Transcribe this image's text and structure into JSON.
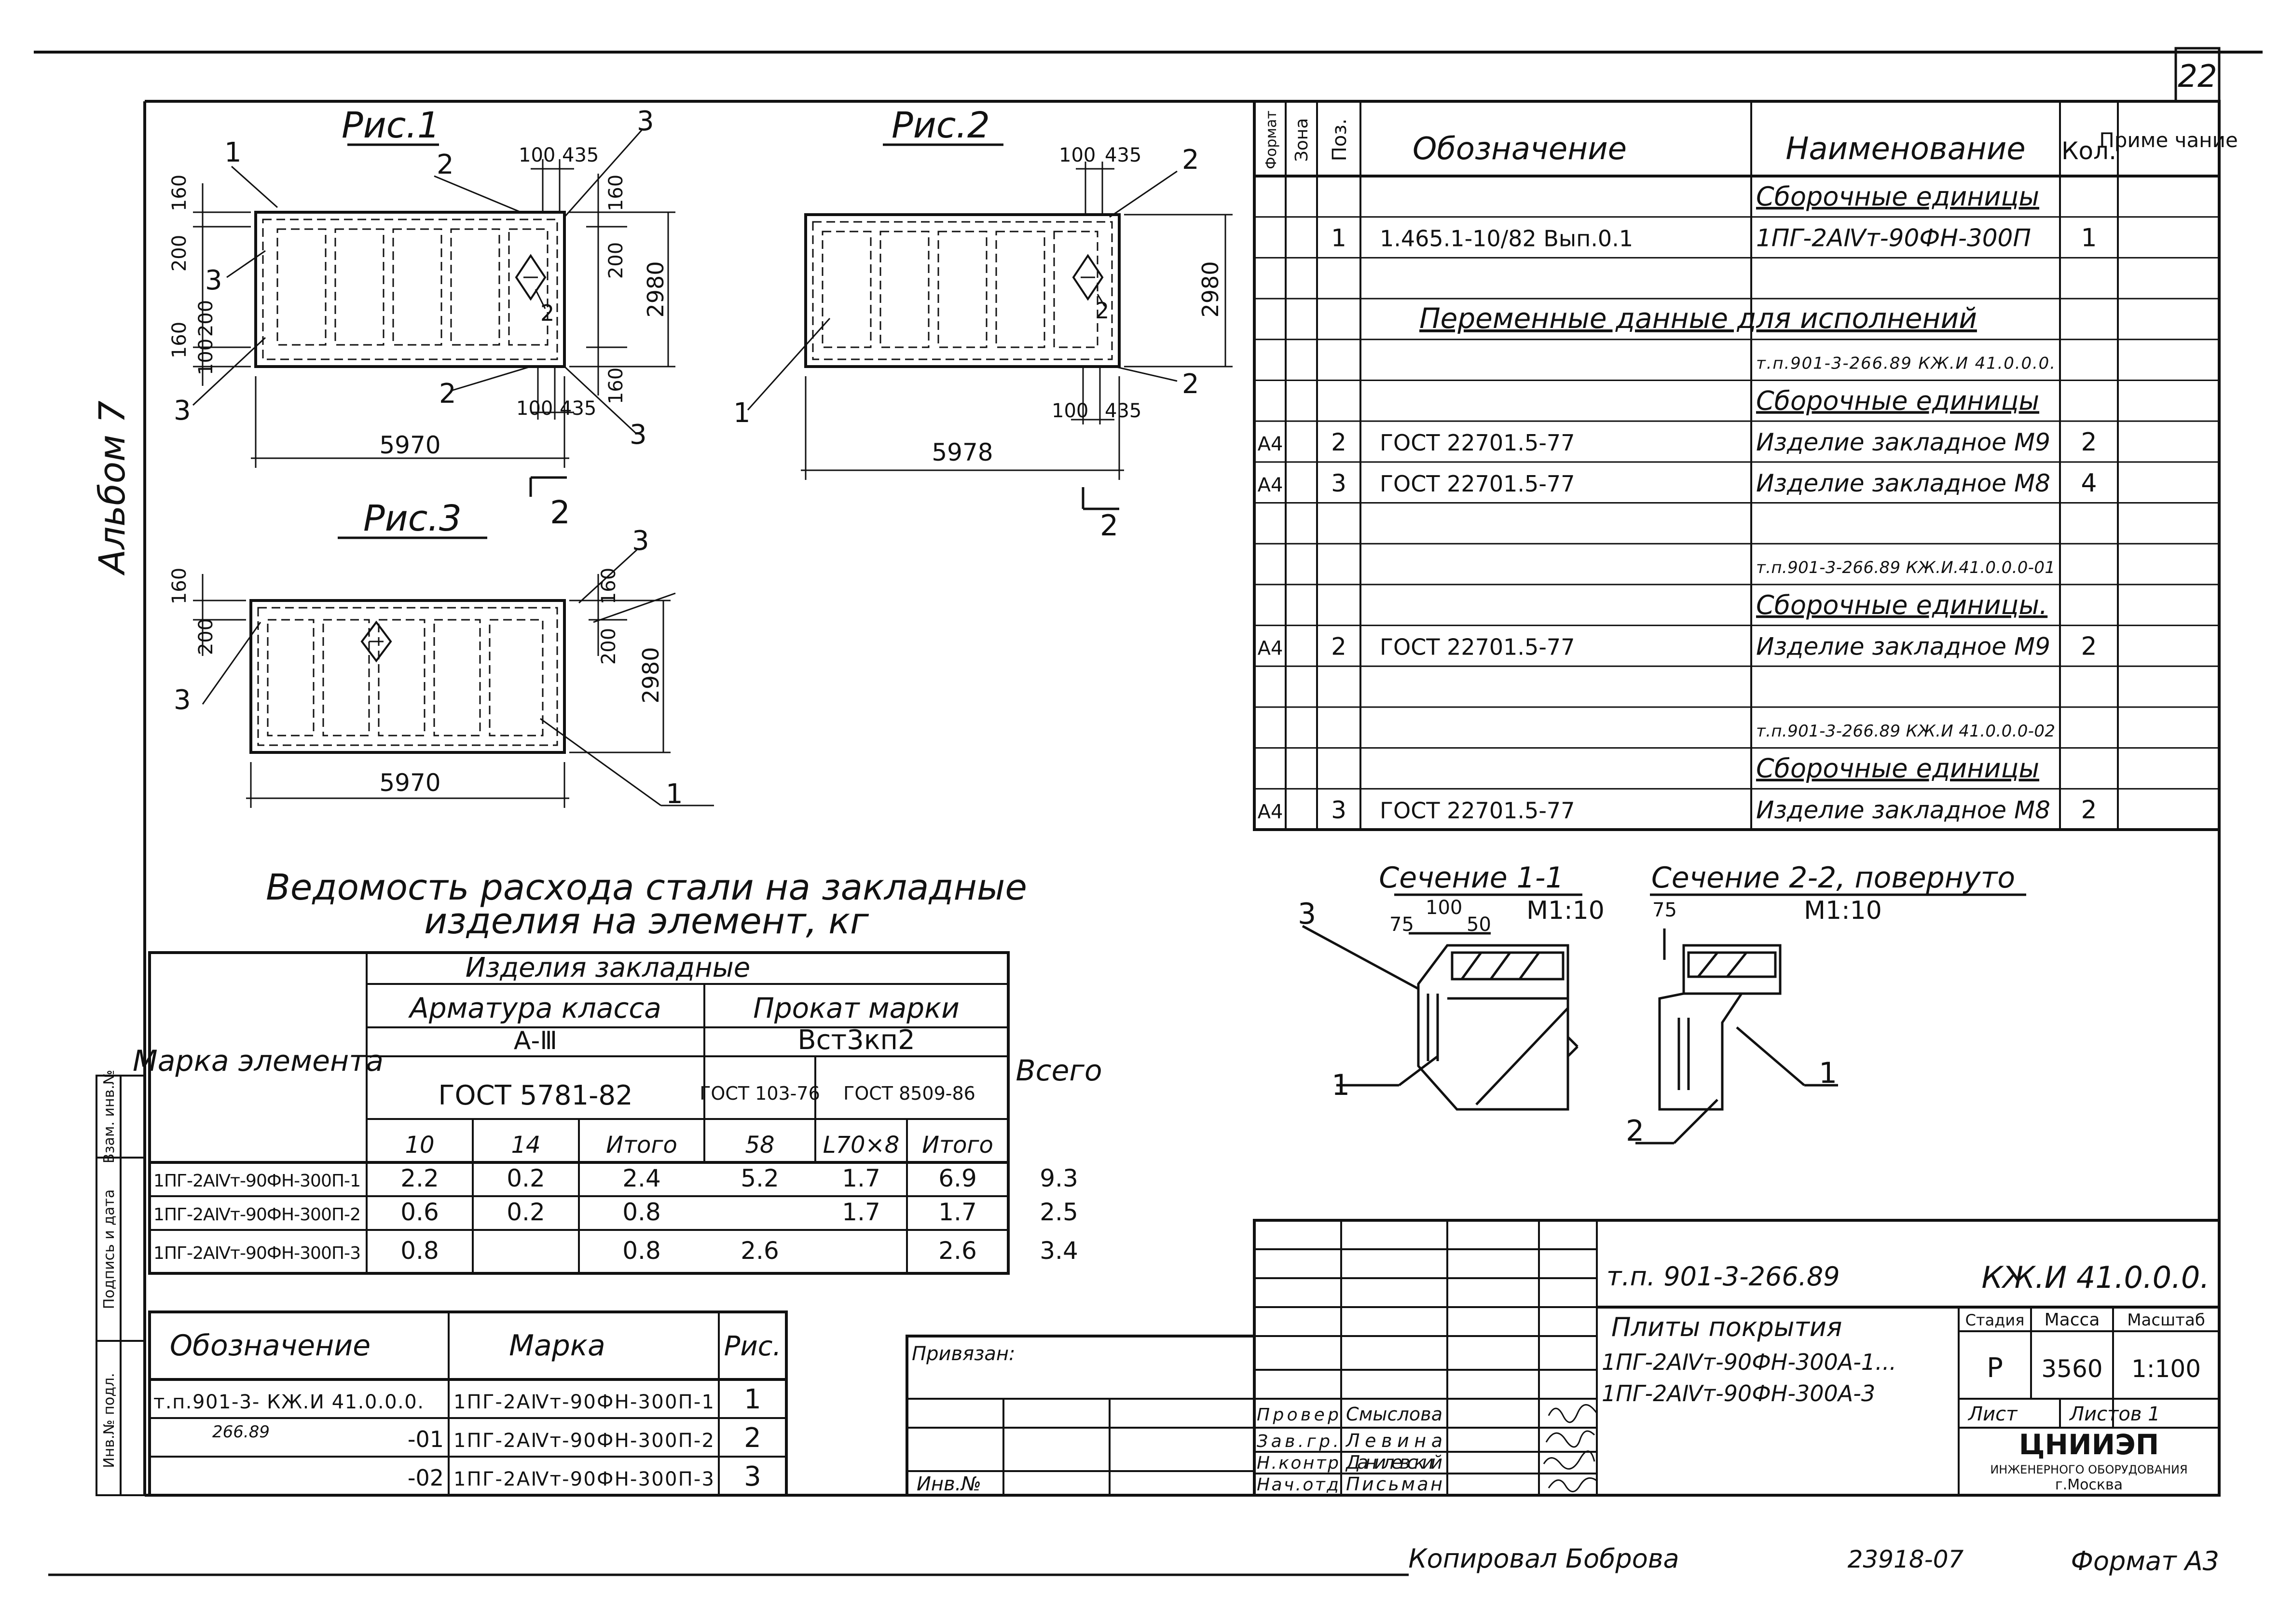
{
  "sheet": {
    "page_number": "22",
    "album": "Альбом 7",
    "inv_labels": [
      "Инв.№ подл.",
      "Подпись и дата",
      "Взам. инв.№"
    ]
  },
  "figures": {
    "fig1": {
      "title": "Рис.1",
      "pos": [
        "1",
        "2",
        "3",
        "3",
        "3",
        "2",
        "3",
        "2"
      ],
      "dims": [
        "100",
        "435",
        "160",
        "200",
        "160",
        "200",
        "100",
        "160",
        "200",
        "160",
        "2980",
        "100",
        "435",
        "5970"
      ],
      "section_mark": "2"
    },
    "fig2": {
      "title": "Рис.2",
      "pos": [
        "2",
        "2",
        "1",
        "2"
      ],
      "dims": [
        "100",
        "435",
        "2980",
        "100",
        "435",
        "5978"
      ],
      "section_mark": "2"
    },
    "fig3": {
      "title": "Рис.3",
      "pos": [
        "3",
        "3",
        "1"
      ],
      "dims": [
        "160",
        "200",
        "160",
        "200",
        "2980",
        "5970"
      ]
    }
  },
  "spec": {
    "headers": [
      "Формат",
      "Зона",
      "Поз.",
      "Обозначение",
      "Наименование",
      "Кол.",
      "Приме чание"
    ],
    "rows": [
      {
        "format": "",
        "zone": "",
        "pos": "",
        "designation": "",
        "name": "Сборочные единицы",
        "qty": "",
        "note": ""
      },
      {
        "format": "",
        "zone": "",
        "pos": "1",
        "designation": "1.465.1-10/82 Вып.0.1",
        "name": "1ПГ-2АⅣт-90ФН-300П",
        "qty": "1",
        "note": ""
      },
      {
        "format": "",
        "zone": "",
        "pos": "",
        "designation": "",
        "name": "",
        "qty": "",
        "note": ""
      },
      {
        "format": "",
        "zone": "",
        "pos": "",
        "designation": "Переменные данные для исполнений",
        "name": "",
        "qty": "",
        "note": ""
      },
      {
        "format": "",
        "zone": "",
        "pos": "",
        "designation": "",
        "name": "т.п.901-3-266.89 КЖ.И 41.0.0.0.",
        "qty": "",
        "note": ""
      },
      {
        "format": "",
        "zone": "",
        "pos": "",
        "designation": "",
        "name": "Сборочные единицы",
        "qty": "",
        "note": ""
      },
      {
        "format": "А4",
        "zone": "",
        "pos": "2",
        "designation": "ГОСТ 22701.5-77",
        "name": "Изделие закладное М9",
        "qty": "2",
        "note": ""
      },
      {
        "format": "А4",
        "zone": "",
        "pos": "3",
        "designation": "ГОСТ 22701.5-77",
        "name": "Изделие закладное М8",
        "qty": "4",
        "note": ""
      },
      {
        "format": "",
        "zone": "",
        "pos": "",
        "designation": "",
        "name": "",
        "qty": "",
        "note": ""
      },
      {
        "format": "",
        "zone": "",
        "pos": "",
        "designation": "",
        "name": "т.п.901-3-266.89 КЖ.И.41.0.0.0-01",
        "qty": "",
        "note": ""
      },
      {
        "format": "",
        "zone": "",
        "pos": "",
        "designation": "",
        "name": "Сборочные единицы.",
        "qty": "",
        "note": ""
      },
      {
        "format": "А4",
        "zone": "",
        "pos": "2",
        "designation": "ГОСТ 22701.5-77",
        "name": "Изделие закладное М9",
        "qty": "2",
        "note": ""
      },
      {
        "format": "",
        "zone": "",
        "pos": "",
        "designation": "",
        "name": "",
        "qty": "",
        "note": ""
      },
      {
        "format": "",
        "zone": "",
        "pos": "",
        "designation": "",
        "name": "т.п.901-3-266.89 КЖ.И 41.0.0.0-02",
        "qty": "",
        "note": ""
      },
      {
        "format": "",
        "zone": "",
        "pos": "",
        "designation": "",
        "name": "Сборочные единицы",
        "qty": "",
        "note": ""
      },
      {
        "format": "А4",
        "zone": "",
        "pos": "3",
        "designation": "ГОСТ 22701.5-77",
        "name": "Изделие закладное М8",
        "qty": "2",
        "note": ""
      }
    ]
  },
  "steel": {
    "title": "Ведомость расхода стали на закладные изделия на элемент, кг",
    "h_group": "Изделия закладные",
    "h_arm": "Арматура класса",
    "h_arm_class": "А-Ⅲ",
    "h_arm_gost": "ГОСТ 5781-82",
    "h_prokat": "Прокат марки",
    "h_prokat_mark": "Вст3кп2",
    "h_g1": "ГОСТ 103-76",
    "h_g2": "ГОСТ 8509-86",
    "h_mark": "Марка элемента",
    "h_total": "Всего",
    "subcols": [
      "10",
      "14",
      "Итого",
      "58",
      "L70×8",
      "Итого"
    ],
    "rows": [
      {
        "mark": "1ПГ-2АⅣт-90ФН-300П-1",
        "c10": "2.2",
        "c14": "0.2",
        "itogo1": "2.4",
        "c58": "5.2",
        "l70": "1.7",
        "itogo2": "6.9",
        "total": "9.3"
      },
      {
        "mark": "1ПГ-2АⅣт-90ФН-300П-2",
        "c10": "0.6",
        "c14": "0.2",
        "itogo1": "0.8",
        "c58": "",
        "l70": "1.7",
        "itogo2": "1.7",
        "total": "2.5"
      },
      {
        "mark": "1ПГ-2АⅣт-90ФН-300П-3",
        "c10": "0.8",
        "c14": "",
        "itogo1": "0.8",
        "c58": "2.6",
        "l70": "",
        "itogo2": "2.6",
        "total": "3.4"
      }
    ]
  },
  "marks": {
    "headers": [
      "Обозначение",
      "Марка",
      "Рис."
    ],
    "rows": [
      {
        "designation": "т.п.901-3- КЖ.И 41.0.0.0.",
        "mark": "1ПГ-2АⅣт-90ФН-300П-1",
        "fig": "1"
      },
      {
        "designation": "-01",
        "mark": "1ПГ-2АⅣт-90ФН-300П-2",
        "fig": "2"
      },
      {
        "designation": "-02",
        "mark": "1ПГ-2АⅣт-90ФН-300П-3",
        "fig": "3"
      }
    ],
    "sub": "266.89"
  },
  "sections": {
    "s1_title": "Сечение 1-1",
    "s1_scale": "М1:10",
    "s1_labels": [
      "3",
      "75",
      "100",
      "50",
      "1"
    ],
    "s2_title": "Сечение 2-2, повернуто",
    "s2_scale": "М1:10",
    "s2_labels": [
      "75",
      "1",
      "2"
    ]
  },
  "stamp": {
    "privyazan": "Привязан:",
    "inv": "Инв.№",
    "project_code": "т.п. 901-3-266.89",
    "doc_code": "КЖ.И 41.0.0.0.",
    "title_lines": [
      "Плиты покрытия",
      "1ПГ-2АⅣт-90ФН-300А-1...",
      "1ПГ-2АⅣт-90ФН-300А-3"
    ],
    "stage_label": "Стадия",
    "mass_label": "Масса",
    "scale_label": "Масштаб",
    "stage": "Р",
    "mass": "3560",
    "scale": "1:100",
    "sheet_label": "Лист",
    "sheets_label": "Листов 1",
    "org": "ЦНИИЭП",
    "org_sub": "ИНЖЕНЕРНОГО ОБОРУДОВАНИЯ",
    "org_city": "г.Москва",
    "roles": [
      {
        "role": "Провер",
        "name": "Смыслова"
      },
      {
        "role": "Зав.гр.",
        "name": "Левина"
      },
      {
        "role": "Н.контр",
        "name": "Данилевский"
      },
      {
        "role": "Нач.отд",
        "name": "Письман"
      }
    ]
  },
  "footer": {
    "copied": "Копировал Боброва",
    "number": "23918-07",
    "format": "Формат А3"
  }
}
